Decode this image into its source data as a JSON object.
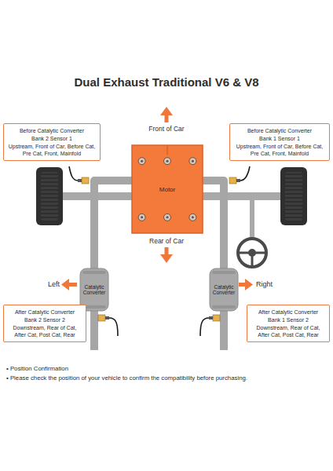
{
  "diagram": {
    "title": "Dual Exhaust Traditional V6 & V8",
    "nodes": [
      {
        "text": [
          "Before Catalytic Converter",
          "Bank 2 Sensor 1",
          "Upstream, Front of Car, Before Cat, Pre Cat, Front, Mainfold"
        ]
      },
      {
        "text": [
          "Before Catalytic Converter",
          "Bank 1 Sensor 1",
          "Upstream, Front of Car, Before Cat, Pre Cat, Front, Mainfold"
        ]
      },
      {
        "text": [
          "Motor"
        ]
      },
      {
        "text": [
          "Catalytic Converter"
        ]
      },
      {
        "text": [
          "Catalytic Converter"
        ]
      },
      {
        "text": [
          "After Catalytic Converter",
          "Bank 2 Sensor 2",
          "Downstream, Rear of Cat, After Cat, Post Cat, Rear"
        ]
      },
      {
        "text": [
          "After Catalytic Converter",
          "Bank 1 Sensor 2",
          "Downstream, Rear of Cat, After Cat, Post Cat, Rear"
        ]
      }
    ],
    "edges": [
      {
        "from": 2,
        "to": 3,
        "arrow": "none"
      },
      {
        "from": 2,
        "to": 4,
        "arrow": "none"
      }
    ],
    "labels": [
      "Front of Car",
      "Rear of Car",
      "Left",
      "Right",
      "• Position Confirmation",
      "• Please check the position of your vehicle to confirm the compatibility before purchasing."
    ]
  }
}
